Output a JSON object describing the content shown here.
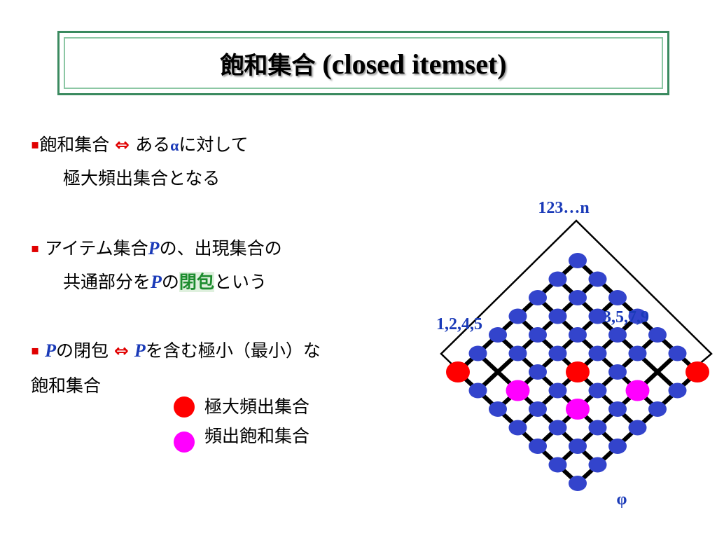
{
  "title": {
    "jp": "飽和集合",
    "en": "(closed itemset)"
  },
  "bullets": {
    "b1_line1_a": "飽和集合",
    "b1_arrow": "⇔",
    "b1_line1_b": "ある",
    "b1_alpha": "α",
    "b1_line1_c": "に対して",
    "b1_line2": "極大頻出集合となる",
    "b2_line1_a": "アイテム集合",
    "b2_p": "P",
    "b2_line1_b": "の、出現集合の",
    "b2_line2_a": "共通部分を",
    "b2_p2": "P",
    "b2_line2_b": "の",
    "b2_closure": "閉包",
    "b2_line2_c": "という",
    "b3_p": "P",
    "b3_line1_a": "の閉包",
    "b3_arrow": "⇔",
    "b3_p2": "P",
    "b3_line1_b": "を含む極小（最小）な",
    "b3_line2": "飽和集合"
  },
  "legend": [
    {
      "label": "極大頻出集合",
      "color": "#ff0000"
    },
    {
      "label": "頻出飽和集合",
      "color": "#ff00ff"
    }
  ],
  "diagram": {
    "labels": {
      "top": "123…n",
      "left": "1,2,4,5",
      "right": "3,5,7,9",
      "bottom": "φ"
    },
    "colors": {
      "blue": "#3344cc",
      "red": "#ff0000",
      "magenta": "#ff00ff",
      "outline": "#000000"
    }
  }
}
